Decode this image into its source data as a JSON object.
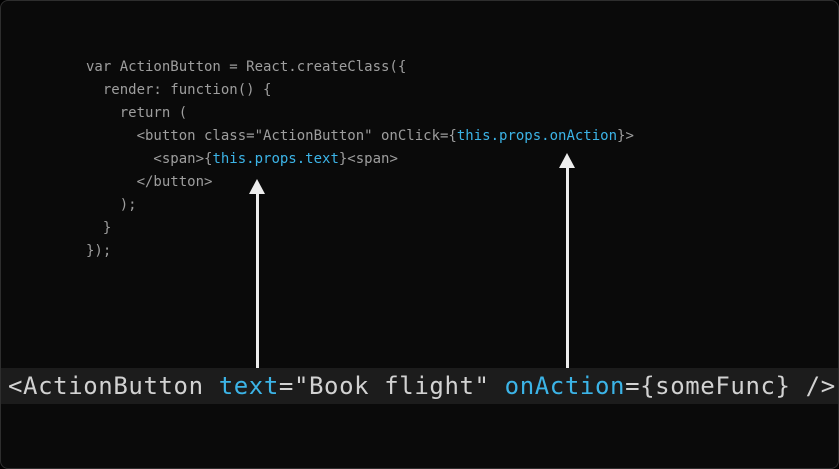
{
  "colors": {
    "background": "#0a0a0a",
    "code_text": "#9e9e9e",
    "highlight": "#3cb4e7",
    "usage_bar_background": "#1c1c1c",
    "usage_text": "#d2d2d2",
    "arrow": "#ededed"
  },
  "code": {
    "lines": [
      [
        {
          "t": "var ActionButton = React.createClass({",
          "hl": false
        }
      ],
      [
        {
          "t": "  render: function() {",
          "hl": false
        }
      ],
      [
        {
          "t": "    return (",
          "hl": false
        }
      ],
      [
        {
          "t": "      <button class=\"ActionButton\" onClick={",
          "hl": false
        },
        {
          "t": "this.props.onAction",
          "hl": true
        },
        {
          "t": "}>",
          "hl": false
        }
      ],
      [
        {
          "t": "        <span>{",
          "hl": false
        },
        {
          "t": "this.props.text",
          "hl": true
        },
        {
          "t": "}<span>",
          "hl": false
        }
      ],
      [
        {
          "t": "      </button>",
          "hl": false
        }
      ],
      [
        {
          "t": "    );",
          "hl": false
        }
      ],
      [
        {
          "t": "  }",
          "hl": false
        }
      ],
      [
        {
          "t": "});",
          "hl": false
        }
      ]
    ]
  },
  "usage": {
    "segments": [
      {
        "t": "<ActionButton ",
        "hl": false
      },
      {
        "t": "text",
        "hl": true
      },
      {
        "t": "=\"Book flight\" ",
        "hl": false
      },
      {
        "t": "onAction",
        "hl": true
      },
      {
        "t": "={someFunc} />",
        "hl": false
      }
    ]
  },
  "arrows": [
    {
      "name": "arrow-to-text-prop",
      "points_to": "this.props.text"
    },
    {
      "name": "arrow-to-onaction-prop",
      "points_to": "this.props.onAction"
    }
  ]
}
